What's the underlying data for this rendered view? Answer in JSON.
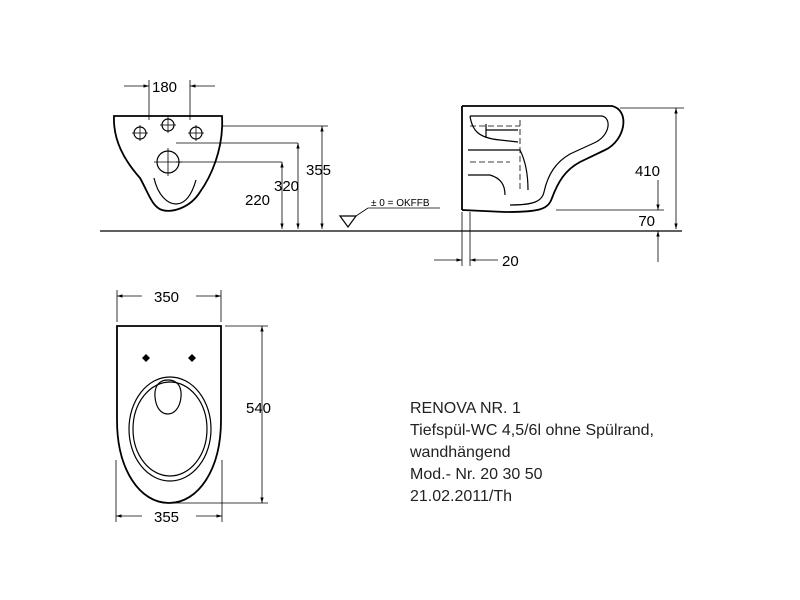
{
  "dimensions": {
    "top_view_width": "180",
    "front_height_220": "220",
    "front_height_320": "320",
    "front_height_355": "355",
    "floor_level": "± 0 = OKFFB",
    "side_height_410": "410",
    "side_height_70": "70",
    "side_offset_20": "20",
    "plan_width_top": "350",
    "plan_length": "540",
    "plan_width_bottom": "355"
  },
  "info": {
    "title": "RENOVA NR. 1",
    "line1": "Tiefspül-WC 4,5/6l ohne Spülrand,",
    "line2": "wandhängend",
    "model": "Mod.- Nr. 20 30 50",
    "date": "21.02.2011/Th"
  }
}
